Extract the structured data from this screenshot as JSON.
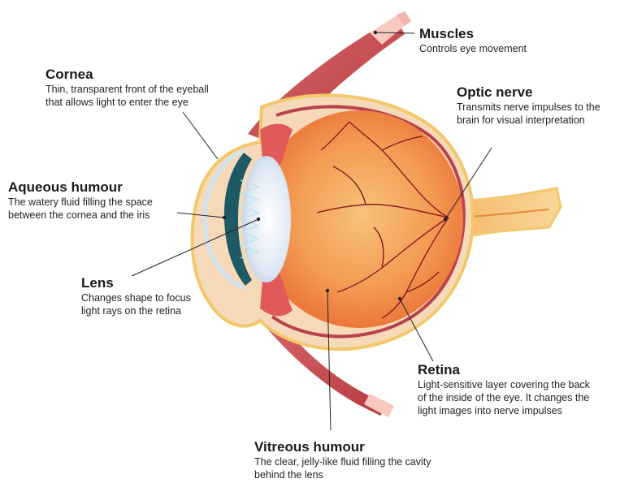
{
  "labels": {
    "muscles": {
      "title": "Muscles",
      "desc": [
        "Controls eye movement"
      ]
    },
    "cornea": {
      "title": "Cornea",
      "desc": [
        "Thin, transparent front of the eyeball",
        "that allows light to enter the eye"
      ]
    },
    "optic_nerve": {
      "title": "Optic nerve",
      "desc": [
        "Transmits nerve impulses to the",
        "brain for visual interpretation"
      ]
    },
    "aqueous_humour": {
      "title": "Aqueous humour",
      "desc": [
        "The watery fluid filling the space",
        "between the cornea and the iris"
      ]
    },
    "lens": {
      "title": "Lens",
      "desc": [
        "Changes shape to focus",
        "light rays on the retina"
      ]
    },
    "retina": {
      "title": "Retina",
      "desc": [
        "Light-sensitive layer covering the back",
        "of the inside of the eye. It changes the",
        "light images into nerve impulses"
      ]
    },
    "vitreous_humour": {
      "title": "Vitreous humour",
      "desc": [
        "The clear, jelly-like fluid filling the cavity",
        "behind the lens"
      ]
    }
  },
  "colors": {
    "sclera_outline": "#f2c86b",
    "sclera_fill": "#f6d9b8",
    "eyeball_inner": "#f07a3c",
    "eyeball_core": "#f5b066",
    "muscle": "#c8474a",
    "tendon": "#f7c9c0",
    "iris": "#1d5a64",
    "vessel": "#8b1a20",
    "choroid": "#b8424d",
    "pointer": "#222222"
  }
}
